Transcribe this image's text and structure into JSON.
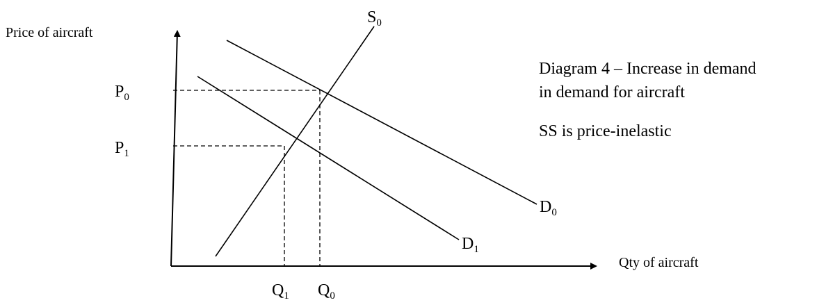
{
  "axes": {
    "y_title": "Price of aircraft",
    "x_title": "Qty of aircraft"
  },
  "price_labels": [
    {
      "base": "P",
      "sub": "0"
    },
    {
      "base": "P",
      "sub": "1"
    }
  ],
  "quantity_labels": [
    {
      "base": "Q",
      "sub": "1"
    },
    {
      "base": "Q",
      "sub": "0"
    }
  ],
  "curves": {
    "supply": {
      "base": "S",
      "sub": "0"
    },
    "demand_0": {
      "base": "D",
      "sub": "0"
    },
    "demand_1": {
      "base": "D",
      "sub": "1"
    }
  },
  "notes": {
    "title_line1": "Diagram 4 – Increase in demand",
    "title_line2": "in demand for aircraft",
    "elasticity": "SS is price-inelastic"
  }
}
